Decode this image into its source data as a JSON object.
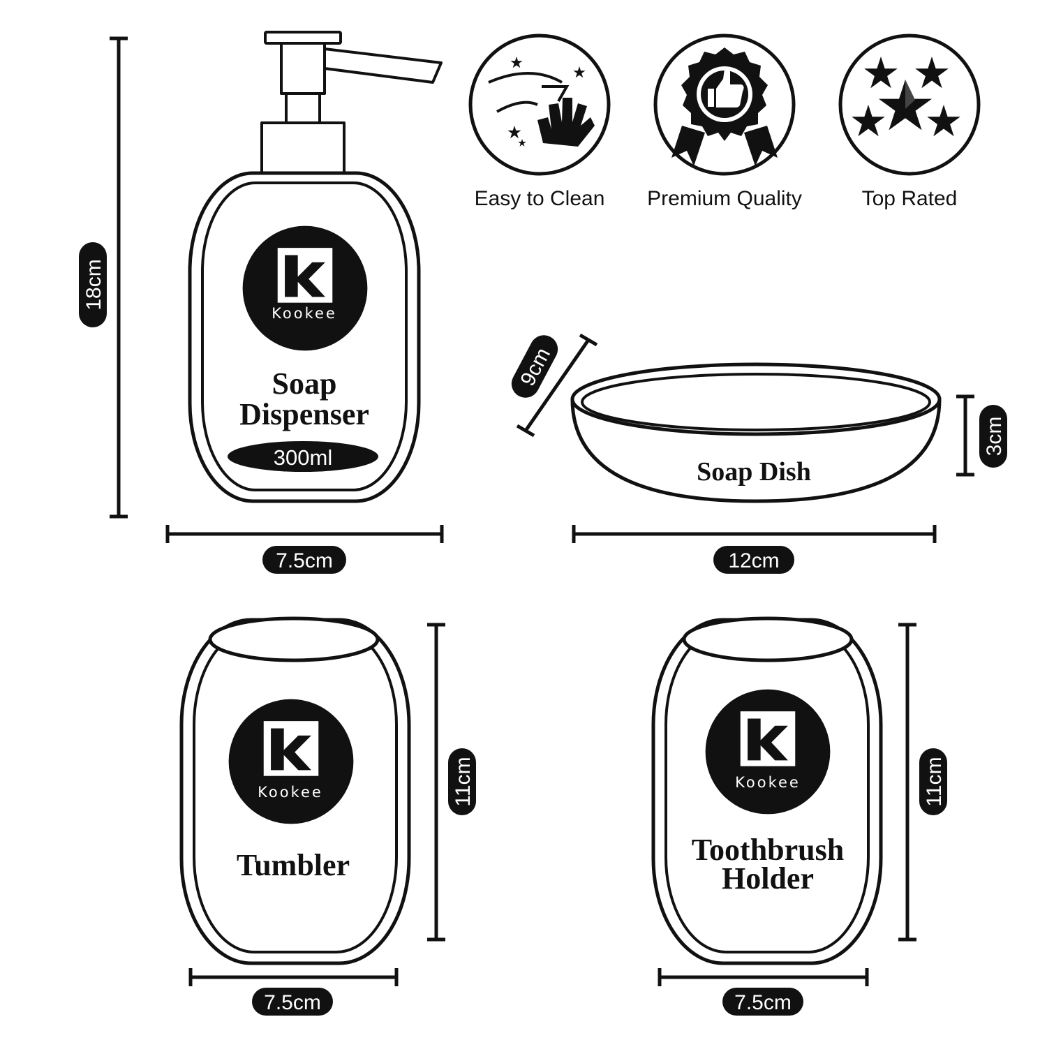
{
  "brand": {
    "name": "Kookee"
  },
  "features": [
    {
      "label": "Easy to Clean",
      "icon": "cleaning-hand-icon"
    },
    {
      "label": "Premium Quality",
      "icon": "thumbs-up-award-icon"
    },
    {
      "label": "Top Rated",
      "icon": "five-stars-icon"
    }
  ],
  "products": {
    "soap_dispenser": {
      "name_line1": "Soap",
      "name_line2": "Dispenser",
      "capacity": "300ml",
      "height": "18cm",
      "width": "7.5cm"
    },
    "soap_dish": {
      "name": "Soap Dish",
      "depth": "9cm",
      "height": "3cm",
      "width": "12cm"
    },
    "tumbler": {
      "name": "Tumbler",
      "height": "11cm",
      "width": "7.5cm"
    },
    "toothbrush_holder": {
      "name_line1": "Toothbrush",
      "name_line2": "Holder",
      "height": "11cm",
      "width": "7.5cm"
    }
  },
  "colors": {
    "ink": "#111111",
    "background": "#ffffff"
  }
}
